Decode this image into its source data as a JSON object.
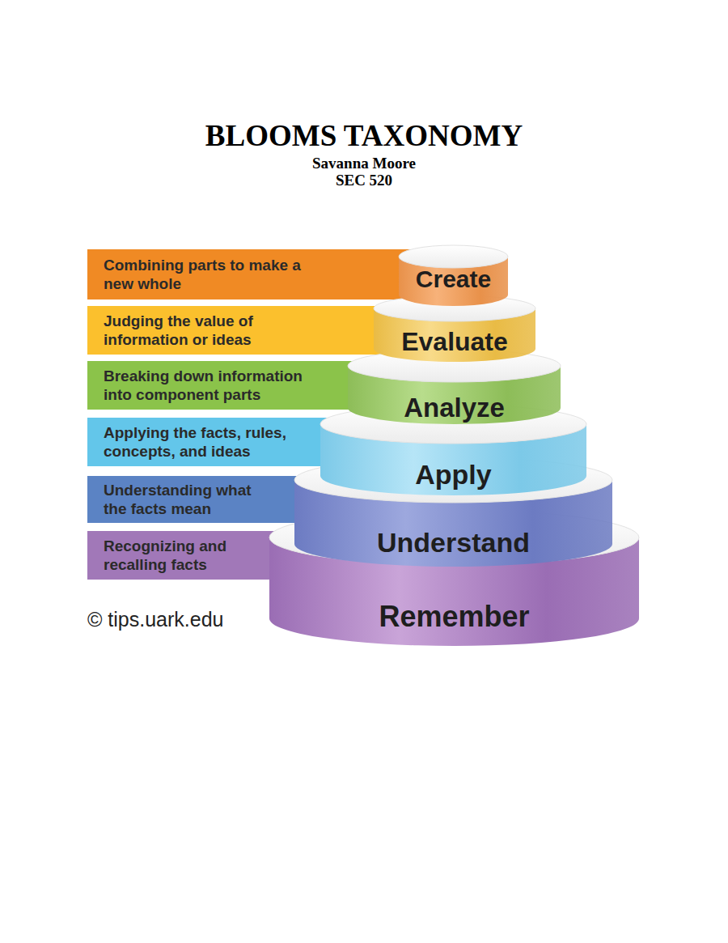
{
  "diagram": {
    "title": "BLOOMS TAXONOMY",
    "nodes": [
      {
        "text": [
          "Combining parts to make a new whole"
        ]
      },
      {
        "text": [
          "Create"
        ]
      },
      {
        "text": [
          "Judging the value of information or ideas"
        ]
      },
      {
        "text": [
          "Evaluate"
        ]
      },
      {
        "text": [
          "Breaking down information into component parts"
        ]
      },
      {
        "text": [
          "Analyze"
        ]
      },
      {
        "text": [
          "Applying the facts, rules, concepts, and ideas"
        ]
      },
      {
        "text": [
          "Apply"
        ]
      },
      {
        "text": [
          "Understanding what the facts mean"
        ]
      },
      {
        "text": [
          "Understand"
        ]
      },
      {
        "text": [
          "Recognizing and recalling facts"
        ]
      },
      {
        "text": [
          "Remember"
        ]
      }
    ],
    "labels": [
      "Savanna Moore",
      "SEC 520",
      "© tips.uark.edu"
    ]
  }
}
